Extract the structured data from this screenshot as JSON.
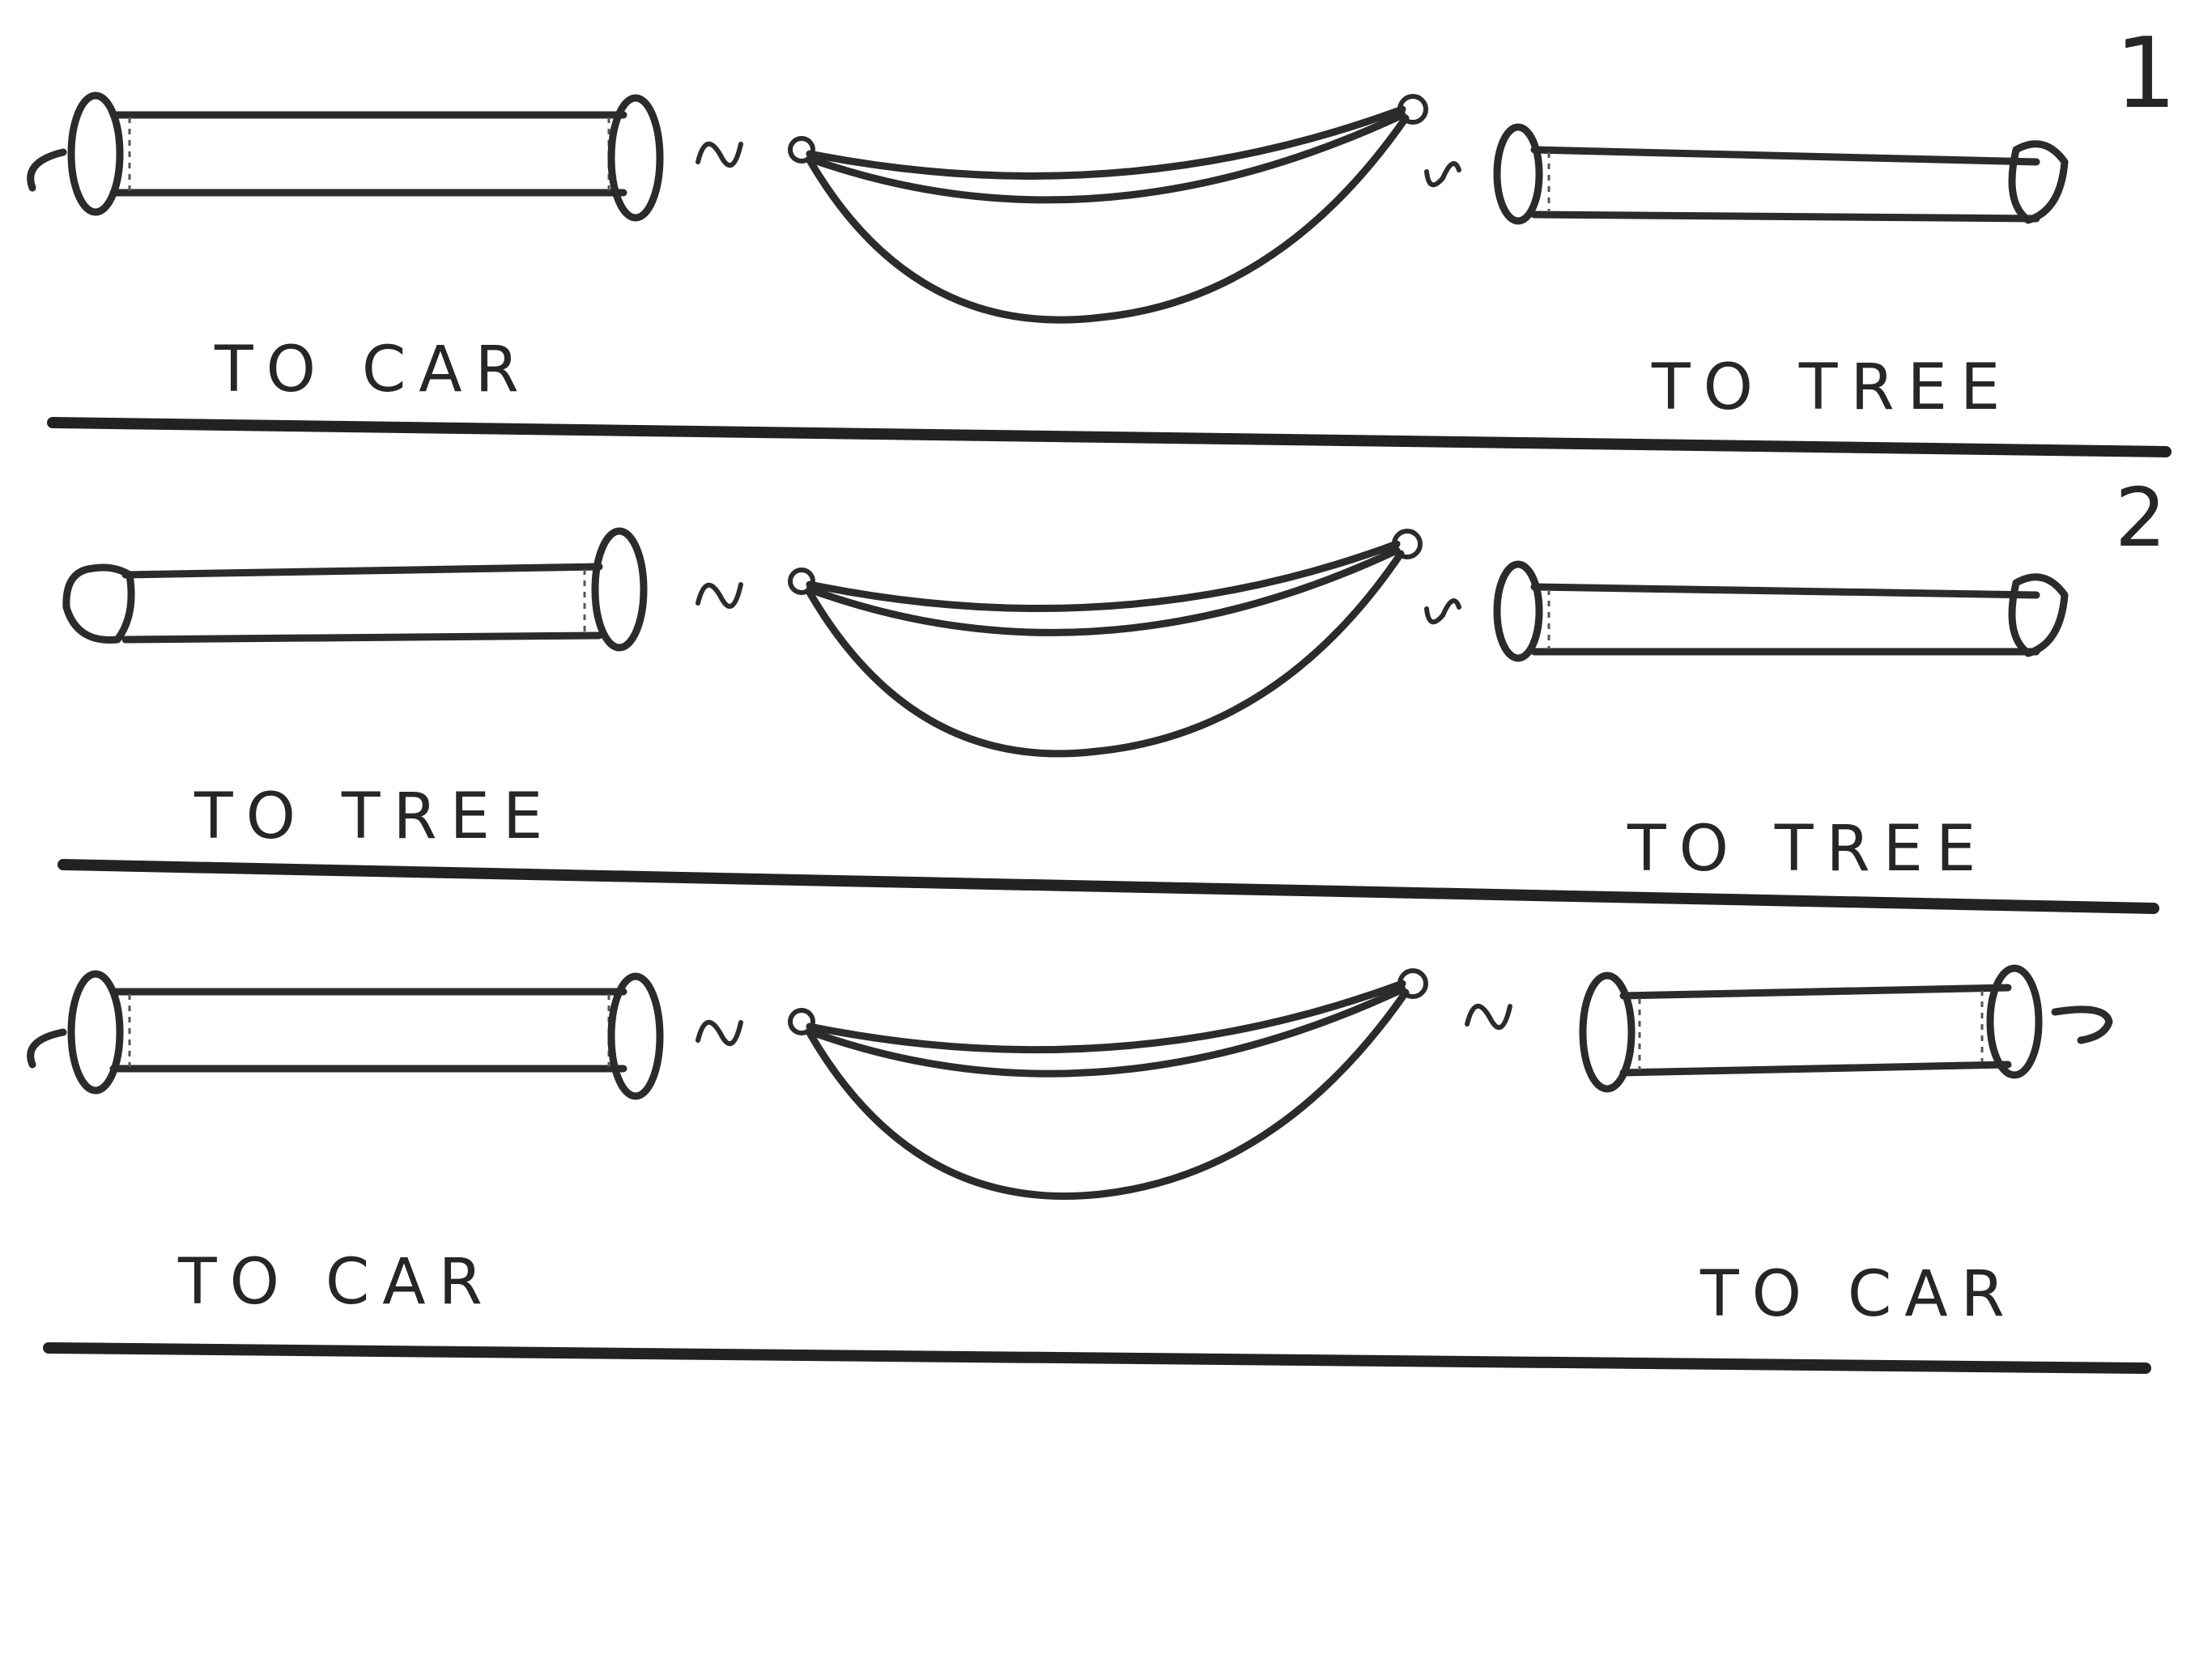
{
  "rows": [
    {
      "number": "1",
      "left_label": "TO CAR",
      "right_label": "TO TREE"
    },
    {
      "number": "2",
      "left_label": "TO TREE",
      "right_label": "TO TREE"
    },
    {
      "number": "",
      "left_label": "TO CAR",
      "right_label": "TO CAR"
    }
  ],
  "colors": {
    "ink": "#2b2b2b",
    "background": "#ffffff"
  }
}
